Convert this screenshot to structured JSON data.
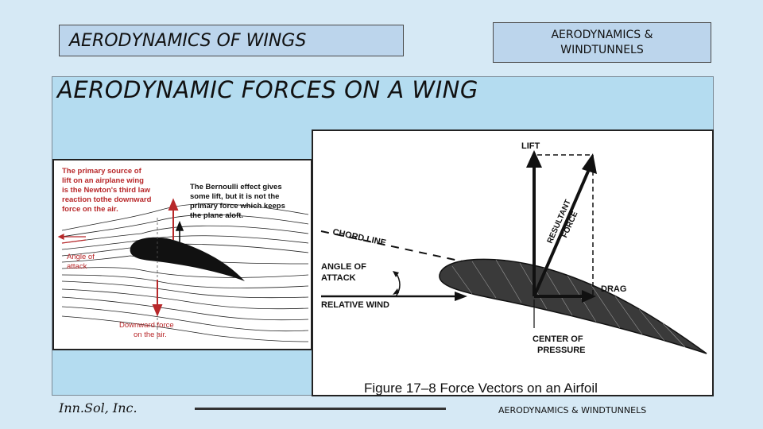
{
  "header": {
    "title": "AERODYNAMICS OF WINGS",
    "topic": "AERODYNAMICS & WINDTUNNELS"
  },
  "slide": {
    "heading": "AERODYNAMIC  FORCES ON A WING"
  },
  "left_figure": {
    "newton_note": [
      "The primary source of",
      "lift on an airplane wing",
      "is the Newton's third law",
      "reaction tothe downward",
      "force on the air."
    ],
    "bernoulli_note": [
      "The Bernoulli effect gives",
      "some lift, but it is not the",
      "primary force which keeps",
      "the plane aloft."
    ],
    "angle_label": [
      "Angle of",
      "attack"
    ],
    "downward_label": [
      "Downward force",
      "on the air."
    ],
    "colors": {
      "annotation": "#b8282a",
      "ink": "#111111"
    }
  },
  "right_figure": {
    "lift": "LIFT",
    "resultant": [
      "RESULTANT",
      "FORCE"
    ],
    "chord_line": "CHORD LINE",
    "angle_of_attack": [
      "ANGLE OF",
      "ATTACK"
    ],
    "relative_wind": "RELATIVE WIND",
    "drag": "DRAG",
    "center_of_pressure": [
      "CENTER OF",
      "PRESSURE"
    ],
    "caption": "Figure 17–8   Force Vectors on an Airfoil"
  },
  "footer": {
    "company": "Inn.Sol, Inc.",
    "topic": "AERODYNAMICS & WINDTUNNELS"
  }
}
